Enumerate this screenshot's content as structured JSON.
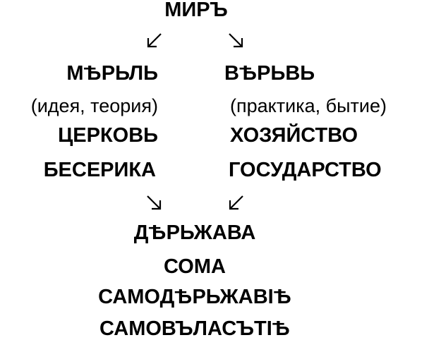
{
  "diagram": {
    "top": "МИРЪ",
    "left": {
      "heading": "МѢРЬЛЬ",
      "note": "(идея, теория)",
      "item_1": "ЦЕРКОВЬ",
      "item_2": "БЕСЕРИКА"
    },
    "right": {
      "heading": "ВѢРЬВЬ",
      "note": "(практика, бытие)",
      "item_1": "ХОЗЯЙСТВО",
      "item_2": "ГОСУДАРСТВО"
    },
    "bottom": {
      "line_1": "ДѢРЬЖАВА",
      "line_2": "СОМА",
      "line_3": "САМОДѢРЬЖАВIѢ",
      "line_4": "САМОВЪЛАСЪТIѢ"
    },
    "arrows": [
      {
        "name": "top-left",
        "direction": "down-left"
      },
      {
        "name": "top-right",
        "direction": "down-right"
      },
      {
        "name": "bottom-left",
        "direction": "down-right"
      },
      {
        "name": "bottom-right",
        "direction": "down-left"
      }
    ]
  }
}
